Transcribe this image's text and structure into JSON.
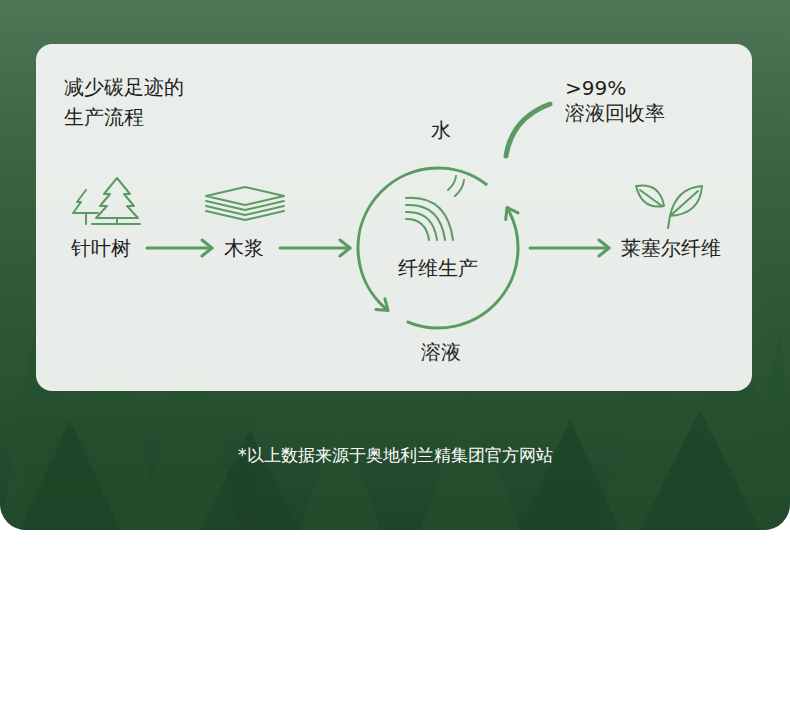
{
  "diagram": {
    "title": "减少碳足迹的 生产流程",
    "caption": "*以上数据来源于奥地利兰精集团官方网站",
    "nodes": [
      {
        "text": [
          "针叶树"
        ]
      },
      {
        "text": [
          "木浆"
        ]
      },
      {
        "text": [
          "纤维生产"
        ]
      },
      {
        "text": [
          "莱塞尔纤维"
        ]
      }
    ],
    "edges": [
      {
        "from": 0,
        "to": 1,
        "arrow": "to"
      },
      {
        "from": 1,
        "to": 2,
        "arrow": "to"
      },
      {
        "from": 2,
        "to": 3,
        "arrow": "to"
      }
    ],
    "labels": [
      "水",
      "溶液",
      ">99%",
      "溶液回收率"
    ]
  }
}
